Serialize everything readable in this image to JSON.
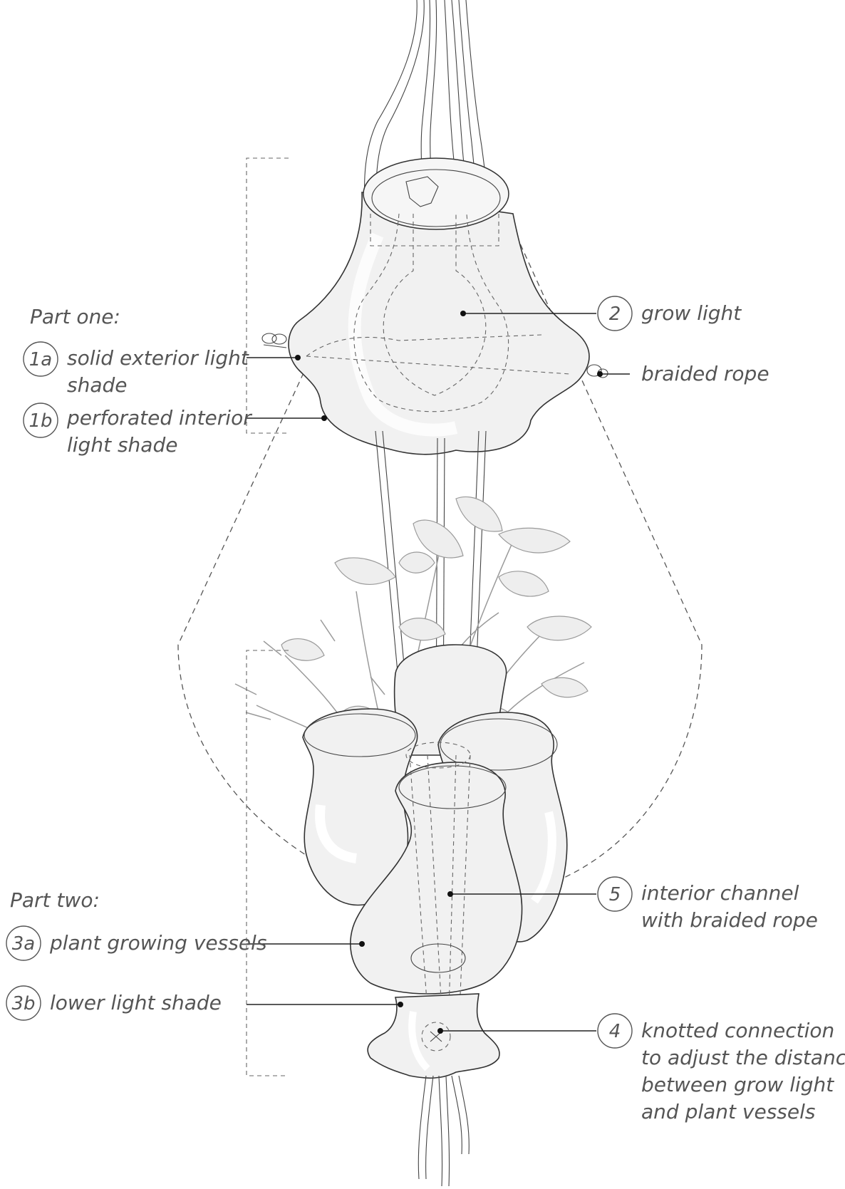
{
  "part_one": {
    "heading": "Part one:",
    "item_1a": {
      "num": "1a",
      "line1": "solid exterior light",
      "line2": "shade"
    },
    "item_1b": {
      "num": "1b",
      "line1": "perforated interior",
      "line2": "light shade"
    }
  },
  "part_two": {
    "heading": "Part two:",
    "item_3a": {
      "num": "3a",
      "line1": "plant growing vessels"
    },
    "item_3b": {
      "num": "3b",
      "line1": "lower light shade"
    }
  },
  "callouts": {
    "item_2": {
      "num": "2",
      "line1": "grow light"
    },
    "braided": {
      "line1": "braided rope"
    },
    "item_5": {
      "num": "5",
      "line1": "interior channel",
      "line2": "with braided rope"
    },
    "item_4": {
      "num": "4",
      "line1": "knotted connection",
      "line2": "to adjust the distance",
      "line3": "between grow light",
      "line4": "and plant vessels"
    }
  },
  "colors": {
    "ink": "#333333",
    "fill": "#f1f1f1",
    "text": "#555555",
    "foliage": "#9a9a9a"
  }
}
